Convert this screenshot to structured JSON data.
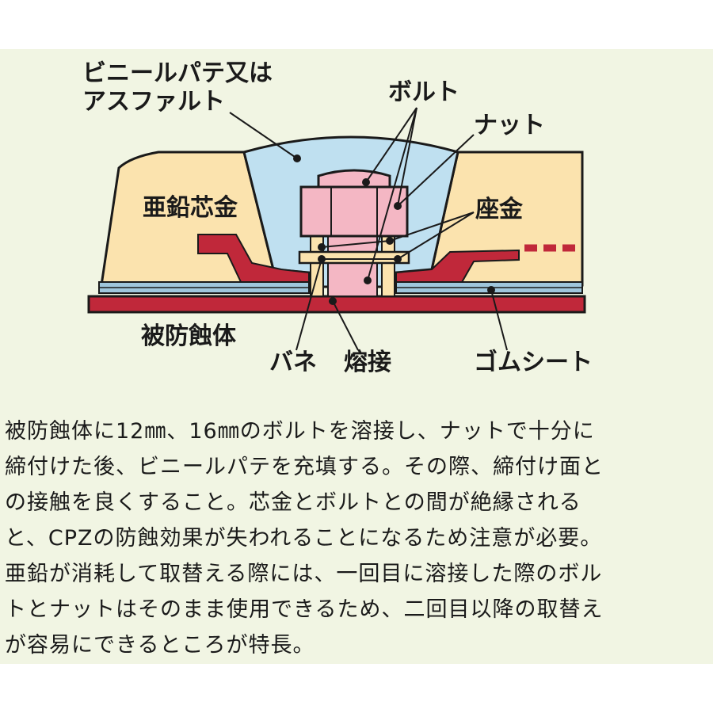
{
  "labels": {
    "putty_line1": "ビニールパテ又は",
    "putty_line2": "アスファルト",
    "bolt": "ボルト",
    "nut": "ナット",
    "zinc_core": "亜鉛芯金",
    "washer": "座金",
    "protected_body": "被防蝕体",
    "spring": "バネ",
    "weld": "熔接",
    "rubber_sheet": "ゴムシート"
  },
  "description": [
    "被防蝕体に12㎜、16㎜のボルトを溶接し、ナットで十分に",
    "締付けた後、ビニールパテを充填する。その際、締付け面と",
    "の接触を良くすること。芯金とボルトとの間が絶縁される",
    "と、CPZの防蝕効果が失われることになるため注意が必要。",
    "亜鉛が消耗して取替える際には、一回目に溶接した際のボル",
    "トとナットはそのまま使用できるため、二回目以降の取替え",
    "が容易にできるところが特長。"
  ],
  "colors": {
    "background": "#f1f5e3",
    "zinc": "#fbe3ae",
    "putty": "#bfe0f0",
    "bolt_nut": "#f4b7c4",
    "core_metal": "#c0283a",
    "rubber": "#9fc6dc"
  }
}
